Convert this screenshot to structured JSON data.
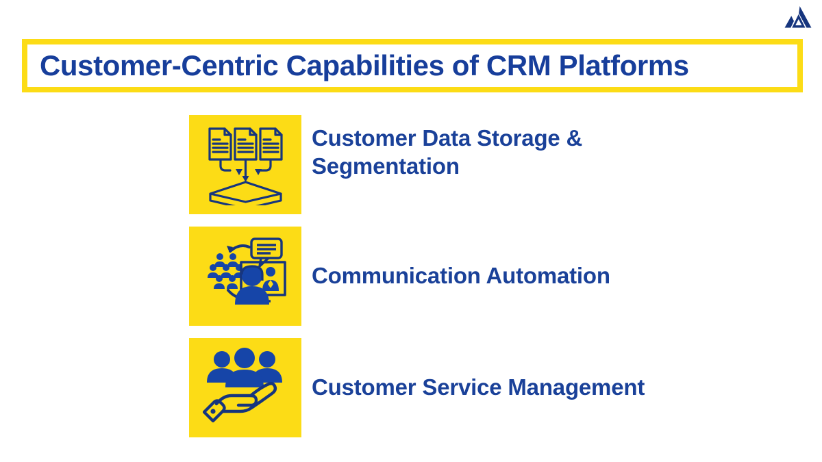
{
  "slide": {
    "background_color": "#FFFFFF",
    "accent_yellow": "#FCDC16",
    "accent_blue": "#173E9B",
    "title": "Customer-Centric Capabilities of CRM Platforms",
    "logo_name": "mountain-triangle-logo"
  },
  "items": [
    {
      "label": "Customer Data Storage & Segmentation",
      "line1": "Customer Data Storage &",
      "line2": "Segmentation",
      "icon": "documents-into-data-layer-icon"
    },
    {
      "label": "Communication Automation",
      "line1": "Communication Automation",
      "line2": "",
      "icon": "video-call-chat-audience-icon"
    },
    {
      "label": "Customer Service Management",
      "line1": "Customer Service Management",
      "line2": "",
      "icon": "hand-holding-people-icon"
    }
  ]
}
